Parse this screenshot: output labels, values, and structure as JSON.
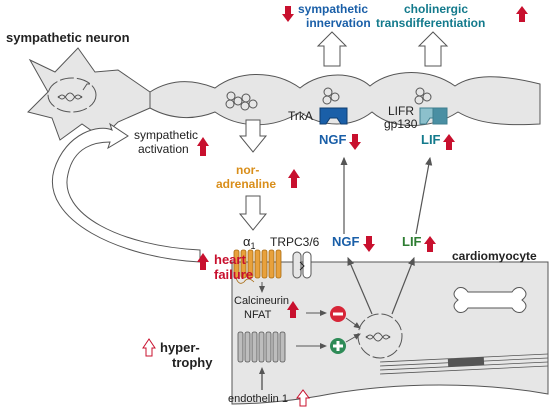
{
  "labels": {
    "sympathetic_neuron": "sympathetic neuron",
    "sympathetic_innervation_1": "sympathetic",
    "sympathetic_innervation_2": "innervation",
    "cholinergic_1": "cholinergic",
    "cholinergic_2": "transdifferentiation",
    "sympathetic_activation_1": "sympathetic",
    "sympathetic_activation_2": "activation",
    "trka": "TrkA",
    "ngf_top": "NGF",
    "lifr": "LIFR",
    "gp130": "gp130",
    "lif_top": "LIF",
    "noradrenaline_1": "nor-",
    "noradrenaline_2": "adrenaline",
    "alpha1_greek": "α",
    "alpha1_sub": "1",
    "trpc": "TRPC3/6",
    "ngf_mid": "NGF",
    "lif_mid": "LIF",
    "heart_failure_1": "heart",
    "heart_failure_2": "failure",
    "cardiomyocyte": "cardiomyocyte",
    "calcineurin": "Calcineurin",
    "nfat": "NFAT",
    "hypertrophy_1": "hyper-",
    "hypertrophy_2": "trophy",
    "endothelin": "endothelin 1"
  },
  "colors": {
    "blue": "#1a5fa8",
    "teal": "#137a8c",
    "orange": "#d98e1a",
    "red": "#c8102e",
    "receptor_orange": "#e8a13c",
    "gray_fill": "#e6e6e6",
    "line": "#555555",
    "minus_red": "#d72638",
    "plus_green": "#2e8b57"
  }
}
